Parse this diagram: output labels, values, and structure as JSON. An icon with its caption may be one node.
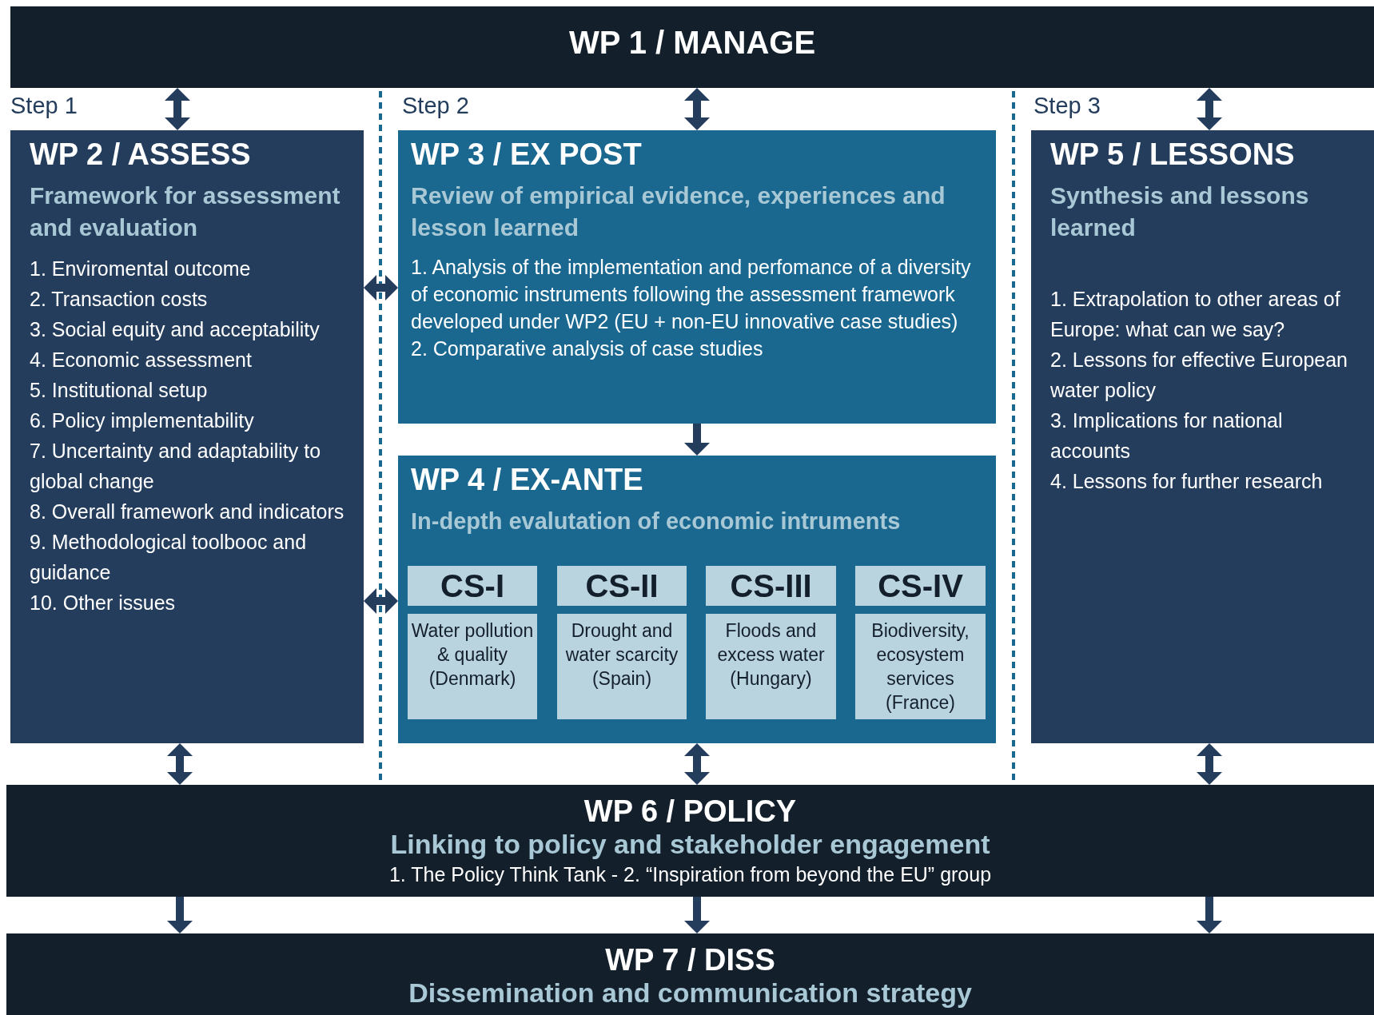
{
  "diagram": {
    "nodes": [
      {
        "text": [
          "WP 1 / MANAGE"
        ]
      },
      {
        "text": [
          "WP 2 / ASSESS",
          "Framework for assessment and evaluation",
          "1. Enviromental outcome",
          "2. Transaction costs",
          "3. Social equity and acceptability",
          "4. Economic assessment",
          "5. Institutional setup",
          "6. Policy implementability",
          "7. Uncertainty and adaptability to global change",
          "8. Overall framework and indicators",
          "9. Methodological toolbooc and guidance",
          "10. Other issues"
        ]
      },
      {
        "text": [
          "WP 3 / EX POST",
          "Review of empirical evidence, experiences and lesson learned",
          "1. Analysis of the implementation and perfomance of a diversity of economic instruments following the assessment framework developed under WP2 (EU + non-EU innovative case studies)",
          "2. Comparative analysis of case studies"
        ]
      },
      {
        "text": [
          "WP 4 / EX-ANTE",
          "In-depth evalutation of economic intruments"
        ]
      },
      {
        "text": [
          "CS-I",
          "Water pollution & quality (Denmark)"
        ],
        "in": 3
      },
      {
        "text": [
          "CS-II",
          "Drought and water scarcity (Spain)"
        ],
        "in": 3
      },
      {
        "text": [
          "CS-III",
          "Floods and excess water (Hungary)"
        ],
        "in": 3
      },
      {
        "text": [
          "CS-IV",
          "Biodiversity, ecosystem services (France)"
        ],
        "in": 3
      },
      {
        "text": [
          "WP 5 / LESSONS",
          "Synthesis and lessons learned",
          "1. Extrapolation to other areas of Europe: what can we say?",
          "2. Lessons for effective European water policy",
          "3. Implications for national accounts",
          "4. Lessons for further research"
        ]
      },
      {
        "text": [
          "WP 6 / POLICY",
          "Linking to policy and stakeholder engagement",
          "1. The Policy Think Tank - 2. “Inspiration from beyond the EU” group"
        ]
      },
      {
        "text": [
          "WP 7 / DISS",
          "Dissemination and communication strategy"
        ]
      }
    ],
    "edges": [
      {
        "from": 0,
        "to": 1,
        "arrow": "both"
      },
      {
        "from": 0,
        "to": 2,
        "arrow": "both"
      },
      {
        "from": 0,
        "to": 8,
        "arrow": "both"
      },
      {
        "from": 1,
        "to": 2,
        "arrow": "both"
      },
      {
        "from": 2,
        "to": 3,
        "arrow": "to"
      },
      {
        "from": 1,
        "to": 3,
        "arrow": "both"
      },
      {
        "from": 1,
        "to": 9,
        "arrow": "both"
      },
      {
        "from": 3,
        "to": 9,
        "arrow": "both"
      },
      {
        "from": 8,
        "to": 9,
        "arrow": "both"
      },
      {
        "from": 9,
        "to": 10,
        "arrow": "to"
      },
      {
        "from": 9,
        "to": 10,
        "arrow": "to"
      },
      {
        "from": 9,
        "to": 10,
        "arrow": "to"
      }
    ],
    "labels": [
      "Step 1",
      "Step 2",
      "Step 3"
    ]
  }
}
